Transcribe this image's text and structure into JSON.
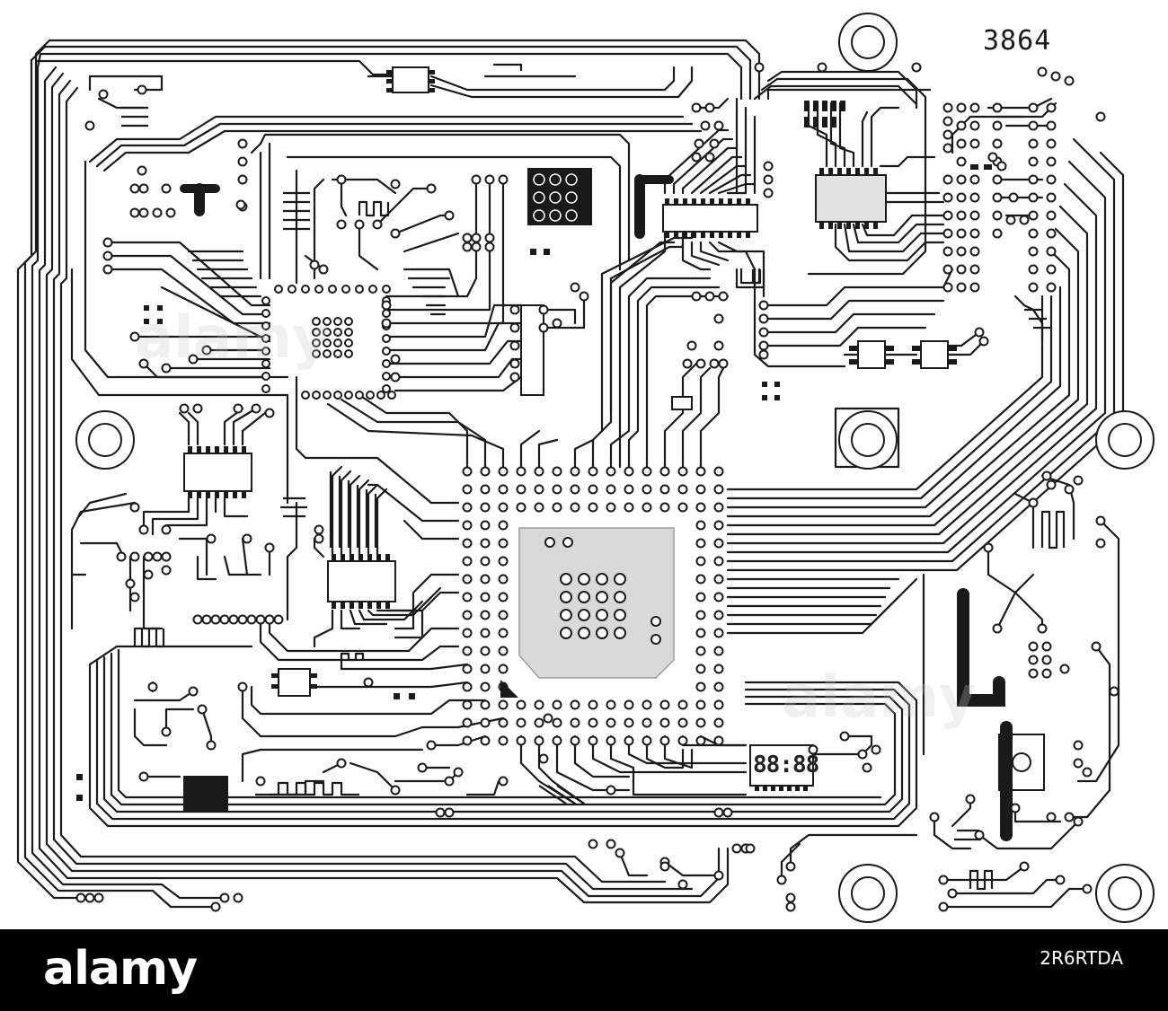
{
  "board": {
    "label": "3864",
    "display_readout": "88:88",
    "trace_color": "#1a1a1a",
    "background": "#ffffff",
    "chip_fill": "#d9d9d9"
  },
  "watermark": {
    "text": "alamy"
  },
  "footer": {
    "brand": "alamy",
    "image_code": "2R6RTDA",
    "background": "#000000"
  }
}
